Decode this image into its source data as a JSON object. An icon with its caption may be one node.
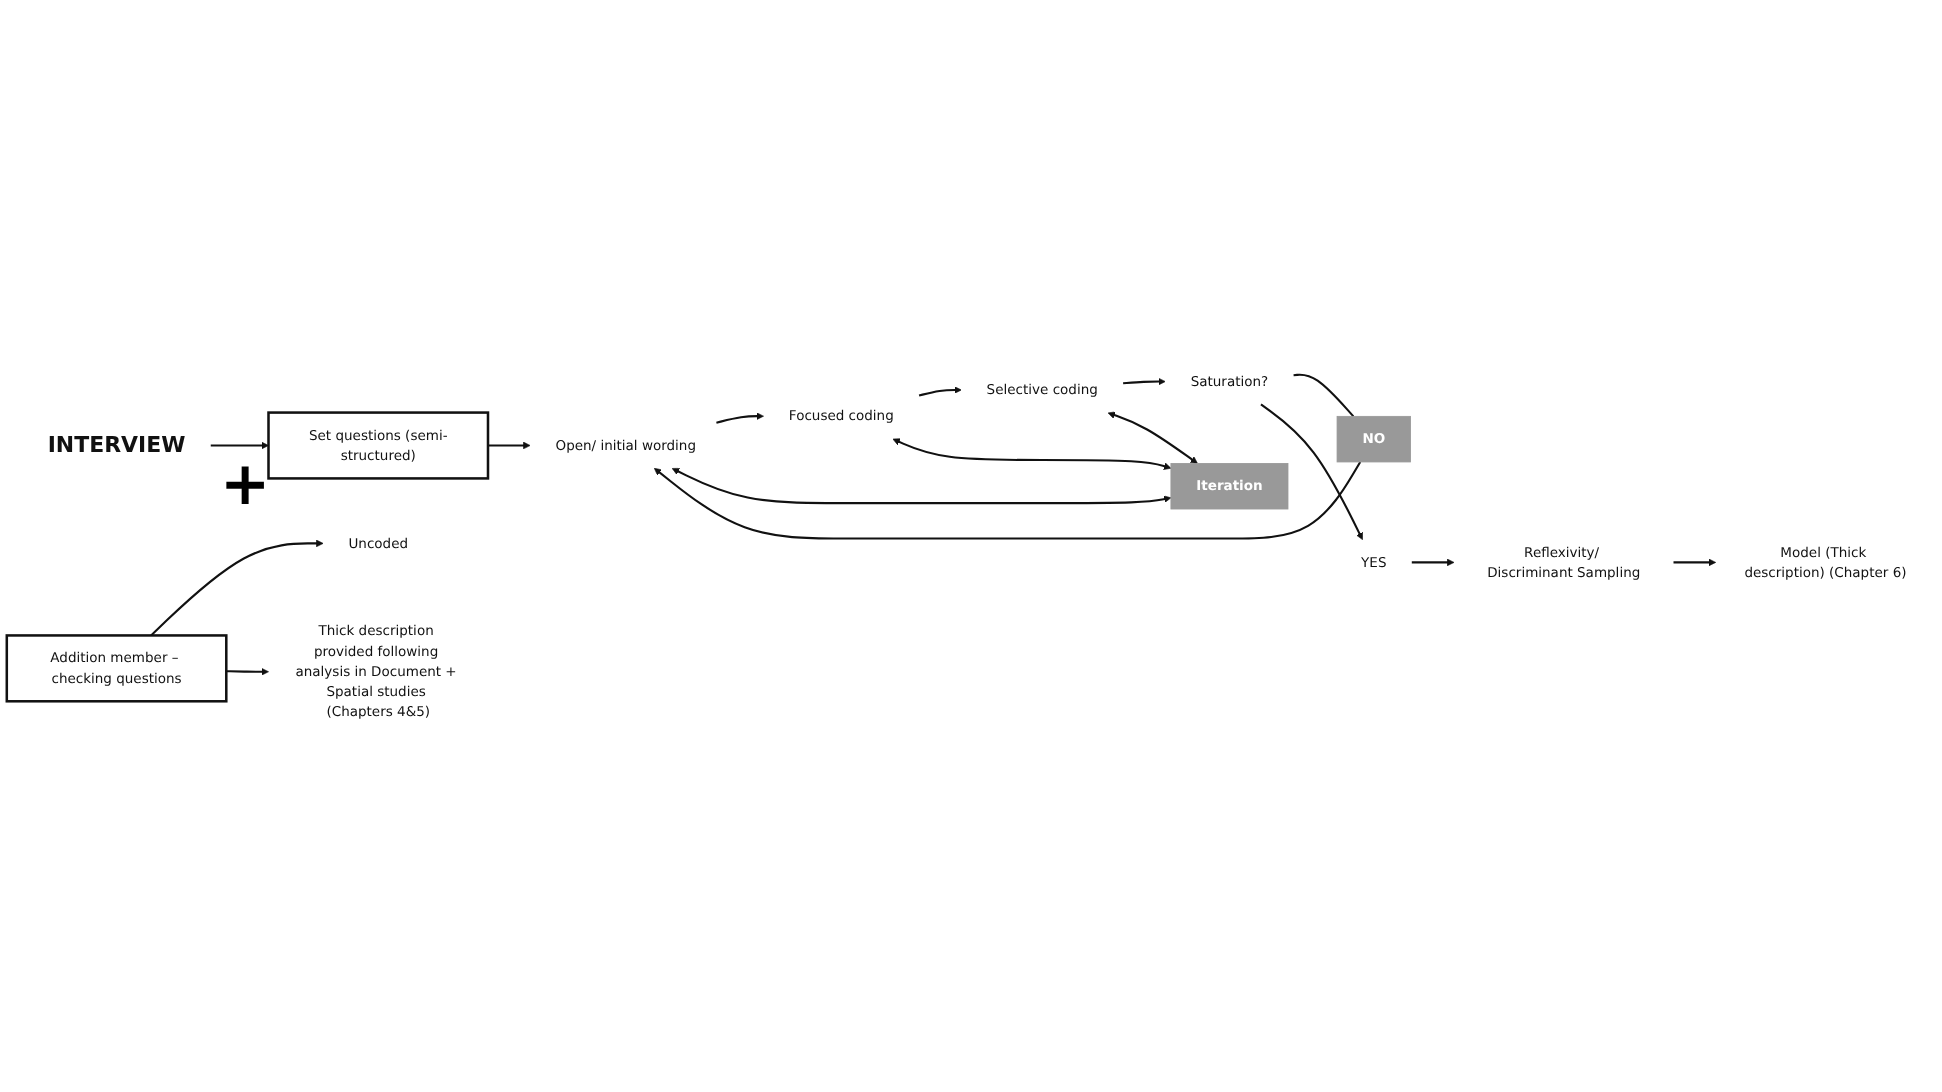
{
  "diagram": {
    "nodes": [
      {
        "text": [
          "INTERVIEW"
        ]
      },
      {
        "text": [
          "Set questions (semi-structured)"
        ]
      },
      {
        "text": [
          "Addition member – checking questions"
        ]
      },
      {
        "text": [
          "Thick description provided following analysis in Document + Spatial studies (Chapters 4&5)"
        ]
      },
      {
        "text": [
          "Open/ initial wording"
        ]
      },
      {
        "text": [
          "Focused coding"
        ]
      },
      {
        "text": [
          "Selective coding"
        ]
      },
      {
        "text": [
          "Saturation?"
        ]
      },
      {
        "text": [
          "NO"
        ]
      },
      {
        "text": [
          "Iteration"
        ]
      },
      {
        "text": [
          "Uncoded"
        ]
      },
      {
        "text": [
          "YES"
        ]
      },
      {
        "text": [
          "Reflexivity/ Discriminant Sampling"
        ]
      },
      {
        "text": [
          "Model (Thick description) (Chapter 6)"
        ]
      }
    ],
    "edges": [
      {
        "from": 0,
        "to": 1,
        "arrow": "to"
      },
      {
        "from": 1,
        "to": 4,
        "arrow": "to"
      },
      {
        "from": 2,
        "to": 10,
        "arrow": "to"
      },
      {
        "from": 2,
        "to": 3,
        "arrow": "to"
      },
      {
        "from": 4,
        "to": 5,
        "arrow": "to"
      },
      {
        "from": 5,
        "to": 6,
        "arrow": "to"
      },
      {
        "from": 6,
        "to": 7,
        "arrow": "to"
      },
      {
        "from": 7,
        "to": 8,
        "arrow": "none"
      },
      {
        "from": 8,
        "to": 4,
        "arrow": "to"
      },
      {
        "from": 7,
        "to": 11,
        "arrow": "to"
      },
      {
        "from": 11,
        "to": 12,
        "arrow": "to"
      },
      {
        "from": 12,
        "to": 13,
        "arrow": "to"
      },
      {
        "from": 4,
        "to": 9,
        "arrow": "both"
      },
      {
        "from": 5,
        "to": 9,
        "arrow": "both"
      },
      {
        "from": 6,
        "to": 9,
        "arrow": "both"
      }
    ],
    "labels": [
      "+"
    ]
  }
}
